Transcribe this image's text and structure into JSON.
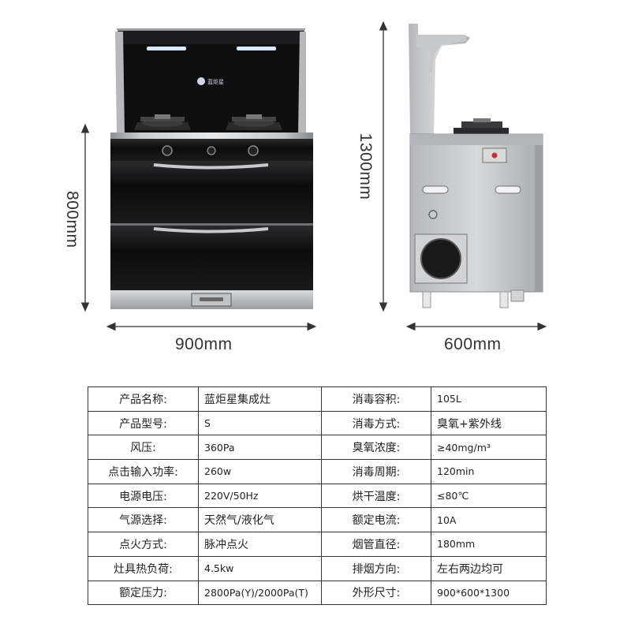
{
  "dimensions": {
    "front_width": "900mm",
    "front_height": "800mm",
    "side_height": "1300mm",
    "side_depth": "600mm"
  },
  "colors": {
    "glass": "#111111",
    "steel": "#a9abad",
    "steel_dark": "#7d7f82",
    "accent_light": "#d8e8ff"
  },
  "brand_mark": "蓝炬星",
  "spec_table": {
    "rows": [
      {
        "label_left": "产品名称:",
        "value_left": "蓝炬星集成灶",
        "label_right": "消毒容积:",
        "value_right": "105L"
      },
      {
        "label_left": "产品型号:",
        "value_left": "S",
        "label_right": "消毒方式:",
        "value_right": "臭氧+紫外线"
      },
      {
        "label_left": "风压:",
        "value_left": "360Pa",
        "label_right": "臭氧浓度:",
        "value_right": "≥40mg/m³"
      },
      {
        "label_left": "点击输入功率:",
        "value_left": "260w",
        "label_right": "消毒周期:",
        "value_right": "120min"
      },
      {
        "label_left": "电源电压:",
        "value_left": "220V/50Hz",
        "label_right": "烘干温度:",
        "value_right": "≤80℃"
      },
      {
        "label_left": "气源选择:",
        "value_left": "天然气/液化气",
        "label_right": "额定电流:",
        "value_right": "10A"
      },
      {
        "label_left": "点火方式:",
        "value_left": "脉冲点火",
        "label_right": "烟管直径:",
        "value_right": "180mm"
      },
      {
        "label_left": "灶具热负荷:",
        "value_left": "4.5kw",
        "label_right": "排烟方向:",
        "value_right": "左右两边均可"
      },
      {
        "label_left": "额定压力:",
        "value_left": "2800Pa(Y)/2000Pa(T)",
        "label_right": "外形尺寸:",
        "value_right": "900*600*1300"
      }
    ]
  }
}
